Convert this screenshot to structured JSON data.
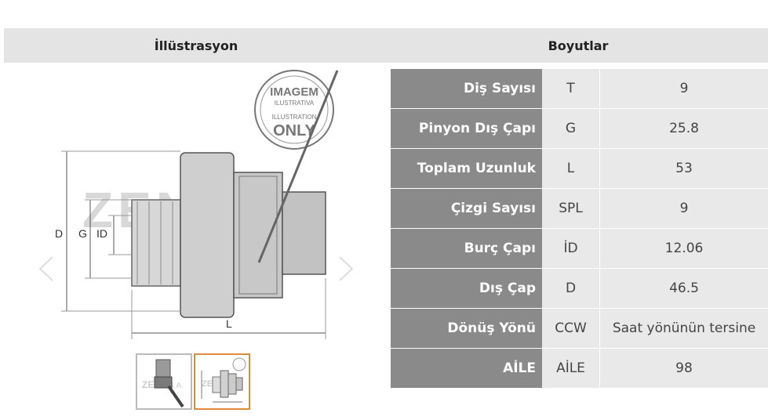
{
  "headers": {
    "illustration": "İllüstrasyon",
    "dimensions": "Boyutlar"
  },
  "illustration": {
    "stamp_top": "IMAGEM",
    "stamp_sub": "ILUSTRATIVA",
    "stamp_sub2": "ILLUSTRATION",
    "stamp_bottom": "ONLY",
    "watermark": "ZEN S.A.",
    "dim_d": "D",
    "dim_g": "G",
    "dim_id": "ID",
    "dim_l": "L"
  },
  "thumbnails": [
    {
      "name": "photo",
      "active": false
    },
    {
      "name": "drawing",
      "active": true
    }
  ],
  "specs": [
    {
      "label": "Diş Sayısı",
      "symbol": "T",
      "value": "9"
    },
    {
      "label": "Pinyon Dış Çapı",
      "symbol": "G",
      "value": "25.8"
    },
    {
      "label": "Toplam Uzunluk",
      "symbol": "L",
      "value": "53"
    },
    {
      "label": "Çizgi Sayısı",
      "symbol": "SPL",
      "value": "9"
    },
    {
      "label": "Burç Çapı",
      "symbol": "İD",
      "value": "12.06"
    },
    {
      "label": "Dış Çap",
      "symbol": "D",
      "value": "46.5"
    },
    {
      "label": "Dönüş Yönü",
      "symbol": "CCW",
      "value": "Saat yönünün tersine"
    },
    {
      "label": "AİLE",
      "symbol": "AİLE",
      "value": "98"
    }
  ],
  "colors": {
    "header_bg": "#e4e4e4",
    "label_bg": "#8a8a8a",
    "cell_bg": "#e9e9e9",
    "active_thumb": "#e08a3c"
  }
}
